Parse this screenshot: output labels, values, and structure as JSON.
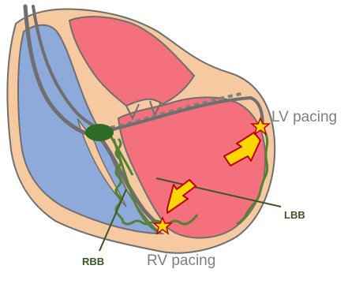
{
  "labels": {
    "lv_pacing": "LV pacing",
    "rv_pacing": "RV pacing",
    "lbb": "LBB",
    "rbb": "RBB"
  },
  "colors": {
    "tissue": "#f6c9a0",
    "tissue_outline": "#6f6f6f",
    "right_heart": "#8eaadb",
    "left_heart": "#f4707c",
    "lead": "#6f6f6f",
    "conduction": "#548235",
    "node": "#2e6b23",
    "arrow": "#ffd600",
    "arrow_outline": "#c00000",
    "label_gray": "#7f7f7f",
    "label_green": "#385723"
  },
  "icons": {
    "pacing_site": "star-icon",
    "pacing_direction": "arrow-icon"
  }
}
